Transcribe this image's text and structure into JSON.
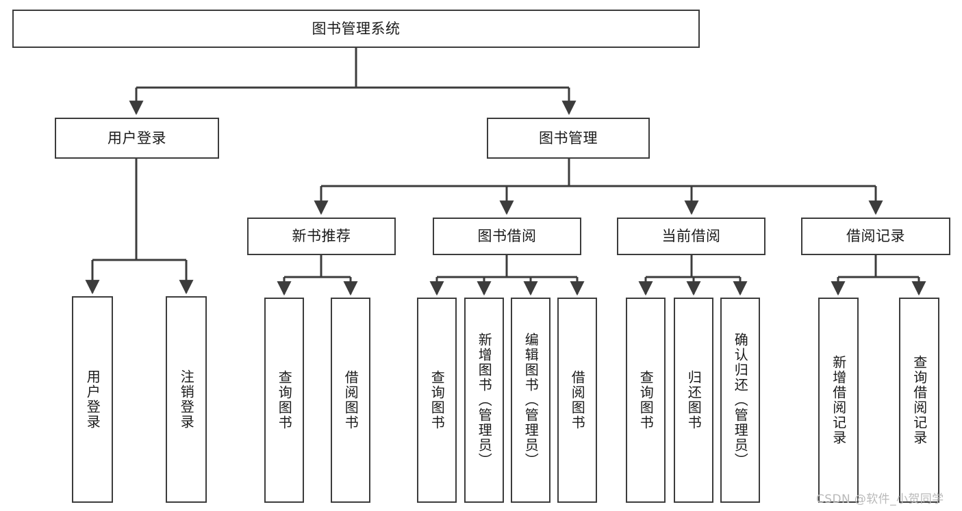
{
  "diagram": {
    "title": "图书管理系统",
    "type": "tree-hierarchy",
    "orientation": "top-down",
    "colors": {
      "box_border": "#3c3c3c",
      "box_fill": "#ffffff",
      "connector": "#3c3c3c",
      "text": "#1a1a1a",
      "watermark": "#b9b9b9",
      "page_background": "#ffffff"
    },
    "root": {
      "label": "图书管理系统"
    },
    "level2": [
      {
        "label": "用户登录"
      },
      {
        "label": "图书管理"
      }
    ],
    "level3": [
      {
        "label": "新书推荐"
      },
      {
        "label": "图书借阅"
      },
      {
        "label": "当前借阅"
      },
      {
        "label": "借阅记录"
      }
    ],
    "leaves": {
      "user_login": [
        {
          "label": "用户登录"
        },
        {
          "label": "注销登录"
        }
      ],
      "new_book_recommend": [
        {
          "label": "查询图书"
        },
        {
          "label": "借阅图书"
        }
      ],
      "book_borrow": [
        {
          "label": "查询图书"
        },
        {
          "label": "新增图书（管理员）"
        },
        {
          "label": "编辑图书（管理员）"
        },
        {
          "label": "借阅图书"
        }
      ],
      "current_borrow": [
        {
          "label": "查询图书"
        },
        {
          "label": "归还图书"
        },
        {
          "label": "确认归还（管理员）"
        }
      ],
      "borrow_record": [
        {
          "label": "新增借阅记录"
        },
        {
          "label": "查询借阅记录"
        }
      ]
    }
  },
  "watermark": {
    "text": "CSDN @软件_小贺同学"
  }
}
